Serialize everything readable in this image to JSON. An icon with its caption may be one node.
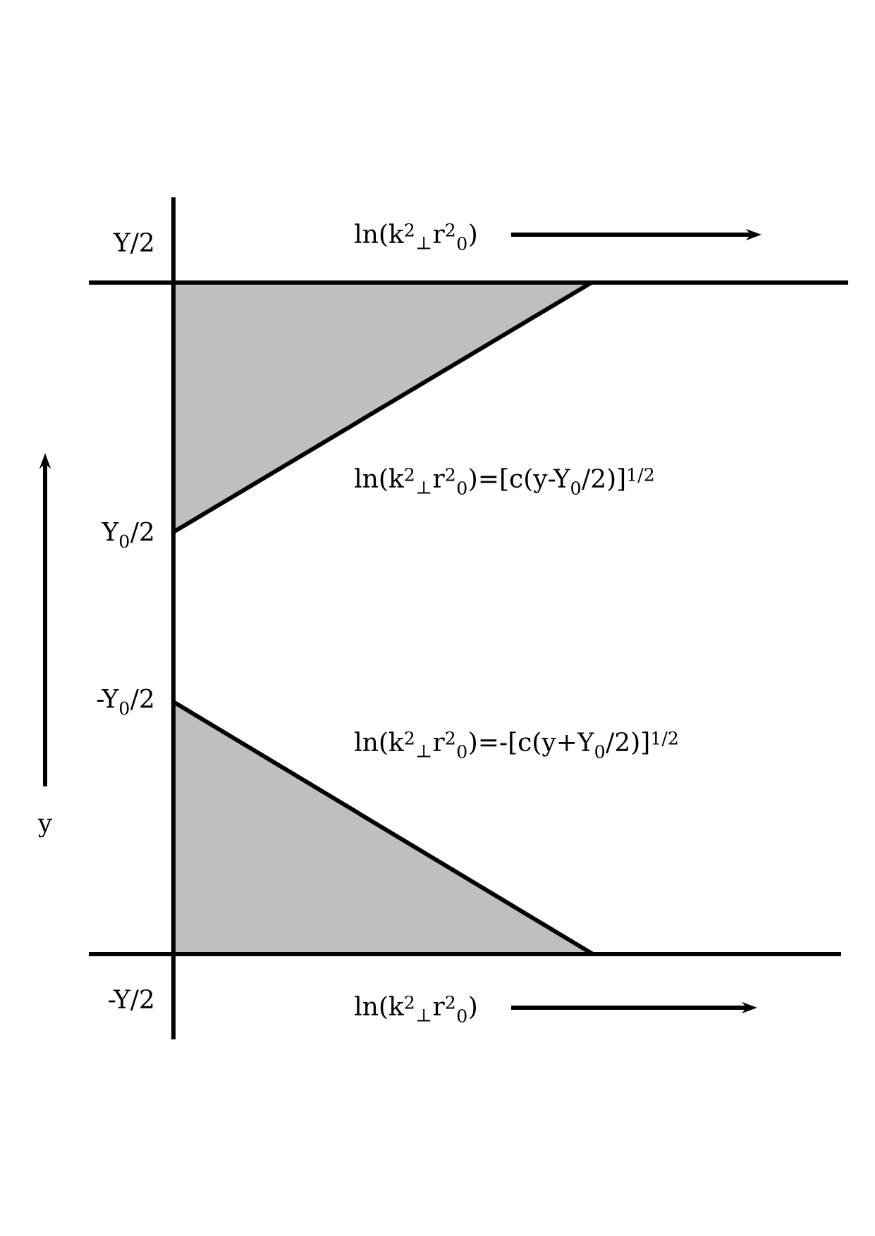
{
  "diagram": {
    "labels": [
      "Y/2",
      "ln(k$^{2}$$_{⊥}$r$^{2}$$_{0}$)",
      "ln(k$^{2}$$_{⊥}$r$^{2}$$_{0}$)=[c(y-Y$_{0}$/2)]$^{1/2}$",
      "Y$_{0}$/2",
      "-Y$_{0}$/2",
      "ln(k$^{2}$$_{⊥}$r$^{2}$$_{0}$)=-[c(y+Y$_{0}$/2)]$^{1/2}$",
      "y",
      "-Y/2",
      "ln(k$^{2}$$_{⊥}$r$^{2}$$_{0}$)"
    ]
  }
}
